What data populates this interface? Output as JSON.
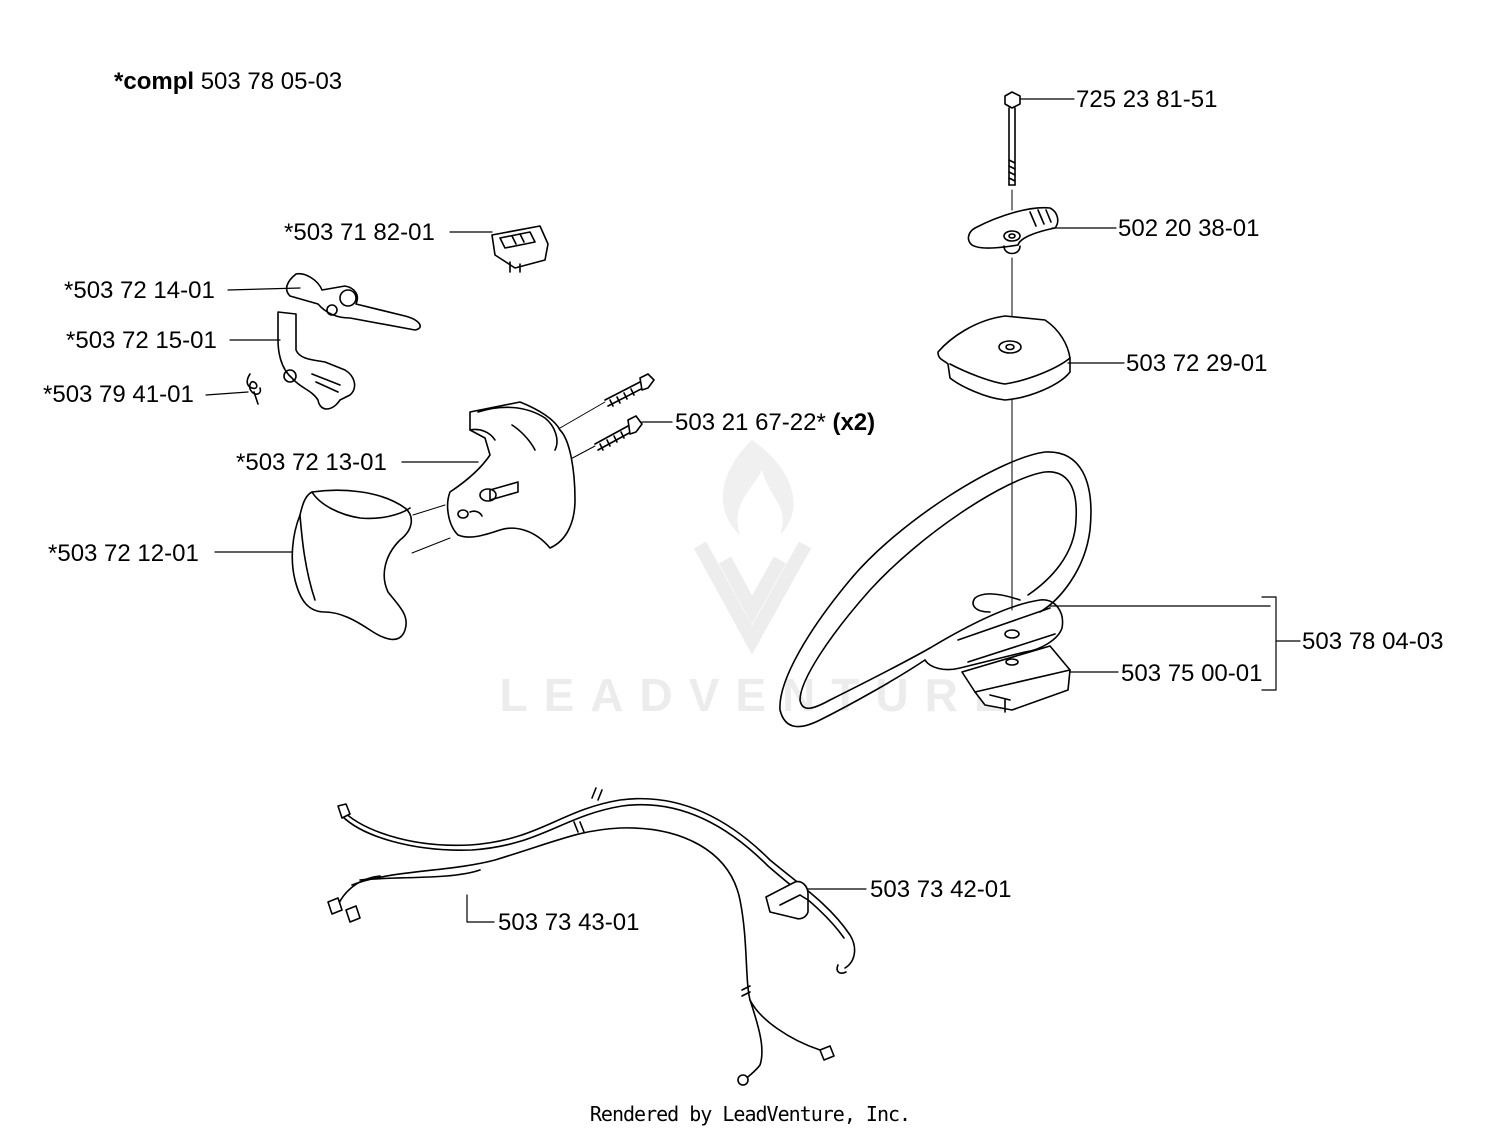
{
  "header": {
    "compl_prefix": "*compl",
    "compl_number": "503 78 05-03"
  },
  "parts": {
    "bolt": "725 23 81-51",
    "knob": "502 20 38-01",
    "clamp": "503 72 29-01",
    "handle_assembly": "503 78 04-03",
    "handle_bracket": "503 75 00-01",
    "switch": "*503 71 82-01",
    "throttle_trigger": "*503 72 14-01",
    "throttle_lockout": "*503 72 15-01",
    "spring": "*503 79 41-01",
    "screws": "503 21 67-22*",
    "screws_qty": "(x2)",
    "handle_housing": "*503 72 13-01",
    "handle_cover": "*503 72 12-01",
    "wire_harness_a": "503 73 42-01",
    "wire_harness_b": "503 73 43-01"
  },
  "watermark": "LEADVENTURE",
  "footer": "Rendered by LeadVenture, Inc."
}
